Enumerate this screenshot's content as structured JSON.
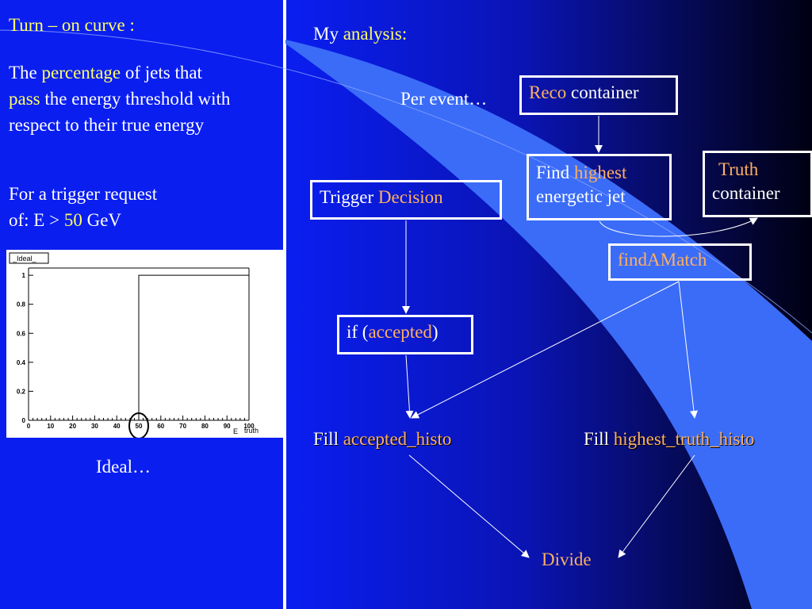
{
  "left": {
    "title_part1": "Turn – on curve",
    "title_part2": " :",
    "desc_1": "The ",
    "desc_2": "percentage",
    "desc_3": " of jets that",
    "desc_4": "pass",
    "desc_5": " the energy threshold with",
    "desc_6": "respect to their true energy",
    "trig_1": "For a trigger request",
    "trig_2": "of:  E ",
    "trig_gt": ">",
    "trig_val": " 50",
    "trig_unit": " GeV",
    "caption": "Ideal…"
  },
  "plot": {
    "legend": "_Ideal_",
    "y_ticks": [
      "0",
      "0.2",
      "0.4",
      "0.6",
      "0.8",
      "1"
    ],
    "x_ticks": [
      "0",
      "10",
      "20",
      "30",
      "40",
      "50",
      "60",
      "70",
      "80",
      "90",
      "100"
    ],
    "xlabel_main": "E",
    "xlabel_sub": "truth"
  },
  "chart_data": {
    "type": "line",
    "title": "",
    "xlabel": "E truth",
    "ylabel": "",
    "xlim": [
      0,
      100
    ],
    "ylim": [
      0,
      1.05
    ],
    "series": [
      {
        "x": [
          0,
          50,
          50,
          100
        ],
        "y": [
          0,
          0,
          1,
          1
        ]
      }
    ],
    "annotations": [
      "circle around x = 50"
    ]
  },
  "right": {
    "heading_1": "My ",
    "heading_2": "analysis",
    "heading_3": ":",
    "per_event": "Per event…",
    "reco_1": "Reco",
    "reco_2": " container",
    "find_1": "Find ",
    "find_2": "highest",
    "find_3": "energetic jet",
    "truth_1": "Truth",
    "truth_2": "container",
    "trigger_1": "Trigger ",
    "trigger_2": "Decision",
    "findamatch": "findAMatch",
    "if_1": "if (",
    "if_2": "accepted",
    "if_3": ")",
    "fill_acc_1": "Fill  ",
    "fill_acc_2": "accepted_histo",
    "fill_high_1": "Fill ",
    "fill_high_2": "highest_truth_histo",
    "divide": "Divide"
  },
  "colors": {
    "left_bg": "#0a1ef0",
    "highlight_yellow": "#ffff66",
    "highlight_orange": "#ffb060",
    "swoosh": "#3a6cf8"
  }
}
